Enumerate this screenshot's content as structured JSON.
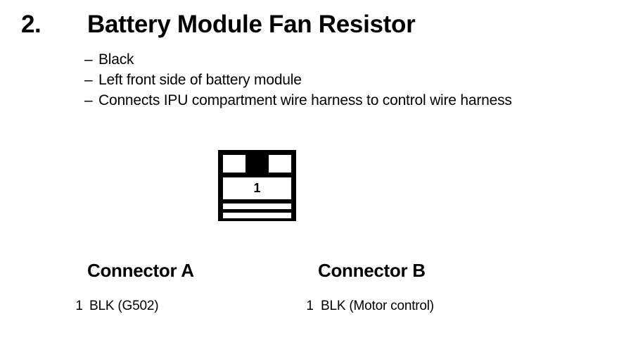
{
  "item": {
    "number": "2.",
    "title": "Battery Module Fan Resistor"
  },
  "bullets": [
    {
      "dash": "–",
      "text": "Black"
    },
    {
      "dash": "–",
      "text": "Left front side of battery module"
    },
    {
      "dash": "–",
      "text": "Connects IPU compartment wire harness to control wire harness"
    }
  ],
  "symbol": {
    "pin_label": "1",
    "icon_name": "connector-symbol-icon"
  },
  "connectors": [
    {
      "title": "Connector A",
      "pins": [
        {
          "id": "1",
          "desc": "BLK (G502)"
        }
      ]
    },
    {
      "title": "Connector B",
      "pins": [
        {
          "id": "1",
          "desc": "BLK (Motor control)"
        }
      ]
    }
  ],
  "colors": {
    "ink": "#000000",
    "background": "#ffffff"
  }
}
